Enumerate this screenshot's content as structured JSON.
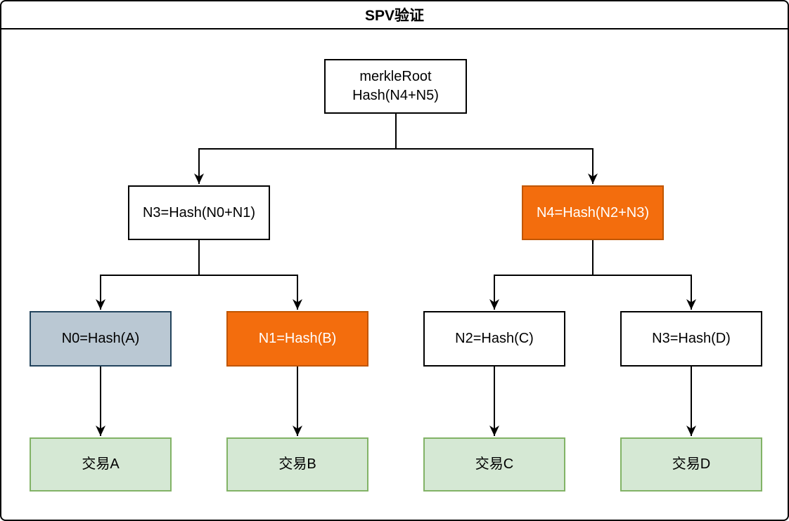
{
  "title": "SPV验证",
  "colors": {
    "line": "#000000",
    "orange_fill": "#F36D0D",
    "orange_border": "#C05600",
    "orange_text": "#FFFFFF",
    "gray_fill": "#BAC8D3",
    "gray_border": "#23445D",
    "green_fill": "#D5E8D4",
    "green_border": "#82B366",
    "white_fill": "#FFFFFF",
    "default_text": "#000000"
  },
  "tree": {
    "root": {
      "line1": "merkleRoot",
      "line2": "Hash(N4+N5)",
      "style": "white"
    },
    "level2": [
      {
        "label": "N3=Hash(N0+N1)",
        "style": "white"
      },
      {
        "label": "N4=Hash(N2+N3)",
        "style": "orange"
      }
    ],
    "level3": [
      {
        "label": "N0=Hash(A)",
        "style": "gray"
      },
      {
        "label": "N1=Hash(B)",
        "style": "orange"
      },
      {
        "label": "N2=Hash(C)",
        "style": "white"
      },
      {
        "label": "N3=Hash(D)",
        "style": "white"
      }
    ],
    "transactions": [
      {
        "label": "交易A"
      },
      {
        "label": "交易B"
      },
      {
        "label": "交易C"
      },
      {
        "label": "交易D"
      }
    ]
  }
}
